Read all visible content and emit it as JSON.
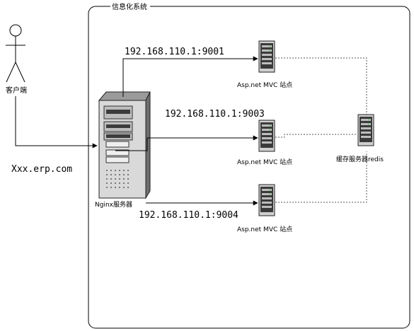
{
  "boundary": {
    "title": "信息化系统"
  },
  "client": {
    "label": "客户端",
    "domain": "Xxx.erp.com"
  },
  "nginx": {
    "label": "Nginx服务器"
  },
  "links": [
    {
      "address": "192.168.110.1:9001"
    },
    {
      "address": "192.168.110.1:9003"
    },
    {
      "address": "192.168.110.1:9004"
    }
  ],
  "sites": [
    {
      "label": "Asp.net MVC 站点"
    },
    {
      "label": "Asp.net MVC 站点"
    },
    {
      "label": "Asp.net MVC 站点"
    }
  ],
  "cache": {
    "label": "缓存服务器redis"
  },
  "colors": {
    "line": "#000000",
    "dotted": "#555555",
    "server_body": "#d9d9d9",
    "server_dark": "#3c3c3c"
  }
}
